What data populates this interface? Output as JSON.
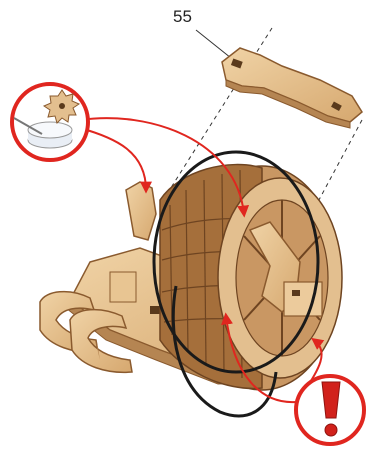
{
  "diagram": {
    "part_number": "55",
    "callouts": [
      {
        "id": "lubricate",
        "icon": "wax-and-gear-icon",
        "meaning": "apply wax"
      },
      {
        "id": "warning",
        "icon": "exclamation-warning-icon",
        "meaning": "attention"
      }
    ],
    "colors": {
      "wood": "#e3bf8f",
      "wood_dark": "#b58552",
      "wood_edge": "#8a5a2e",
      "arrow_red": "#e0261f",
      "belt": "#1a1a1a",
      "dashed_guide": "#333333"
    }
  }
}
